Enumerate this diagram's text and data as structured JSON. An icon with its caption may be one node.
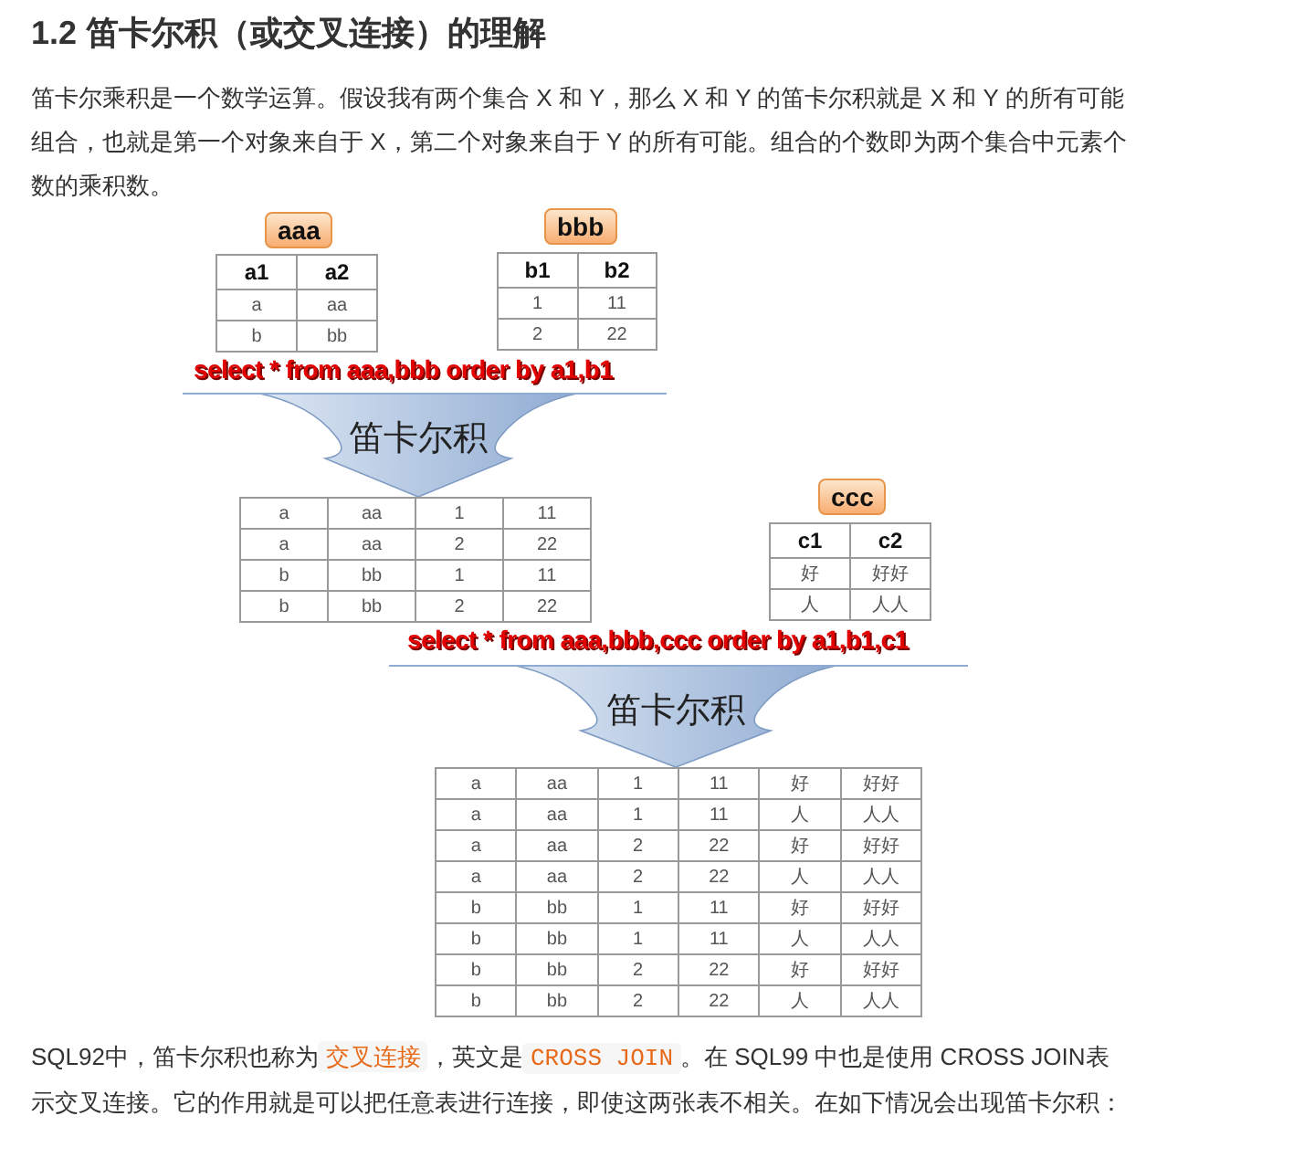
{
  "diagram": {
    "title": "1.2 笛卡尔积（或交叉连接）的理解",
    "nodes": [
      {
        "text": [
          "aaa"
        ]
      },
      {
        "text": [
          "bbb"
        ]
      },
      {
        "text": [
          "笛卡尔积"
        ]
      },
      {
        "text": [
          "ccc"
        ]
      },
      {
        "text": [
          "笛卡尔积"
        ]
      }
    ],
    "labels": [
      "笛卡尔乘积是一个数学运算。假设我有两个集合 X 和 Y，那么 X 和 Y 的笛卡尔积就是 X 和 Y 的所有可能组合，也就是第一个对象来自于 X，第二个对象来自于 Y 的所有可能。组合的个数即为两个集合中元素个数的乘积数。",
      "a1",
      "a2",
      "a",
      "aa",
      "b",
      "bb",
      "b1",
      "b2",
      "1",
      "11",
      "2",
      "22",
      "select * from aaa,bbb order by a1,b1",
      "a",
      "aa",
      "1",
      "11",
      "a",
      "aa",
      "2",
      "22",
      "b",
      "bb",
      "1",
      "11",
      "b",
      "bb",
      "2",
      "22",
      "c1",
      "c2",
      "好",
      "好好",
      "人",
      "人人",
      "select * from aaa,bbb,ccc order by a1,b1,c1",
      "a",
      "aa",
      "1",
      "11",
      "好",
      "好好",
      "a",
      "aa",
      "1",
      "11",
      "人",
      "人人",
      "a",
      "aa",
      "2",
      "22",
      "好",
      "好好",
      "a",
      "aa",
      "2",
      "22",
      "人",
      "人人",
      "b",
      "bb",
      "1",
      "11",
      "好",
      "好好",
      "b",
      "bb",
      "1",
      "11",
      "人",
      "人人",
      "b",
      "bb",
      "2",
      "22",
      "好",
      "好好",
      "b",
      "bb",
      "2",
      "22",
      "人",
      "人人",
      "SQL92中，笛卡尔积也称为",
      "交叉连接",
      "，英文是",
      "CROSS JOIN",
      "。在 SQL99 中也是使用 CROSS JOIN表示交叉连接。它的作用就是可以把任意表进行连接，即使这两张表不相关。在如下情况会出现笛卡尔积："
    ]
  }
}
